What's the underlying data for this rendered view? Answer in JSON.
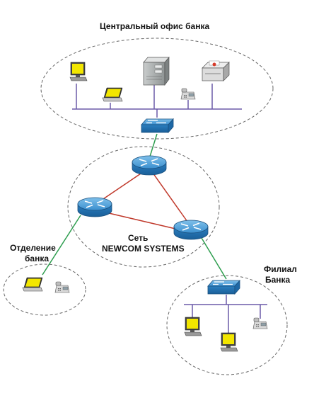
{
  "labels": {
    "central_office": "Центральный офис банка",
    "network_line1": "Сеть",
    "network_line2": "NEWCOM SYSTEMS",
    "branch_office_line1": "Отделение",
    "branch_office_line2": "банка",
    "filial_line1": "Филиал",
    "filial_line2": "Банка"
  },
  "colors": {
    "router_links": "#c0392b",
    "access_links": "#2e9e4f",
    "lan_bus": "#6b5aa8",
    "device_blue": "#2f86c8",
    "monitor_screen": "#f2e600"
  },
  "icons": [
    "router-icon",
    "switch-icon",
    "server-icon",
    "printer-icon",
    "ip-phone-icon",
    "pc-icon",
    "laptop-icon"
  ]
}
